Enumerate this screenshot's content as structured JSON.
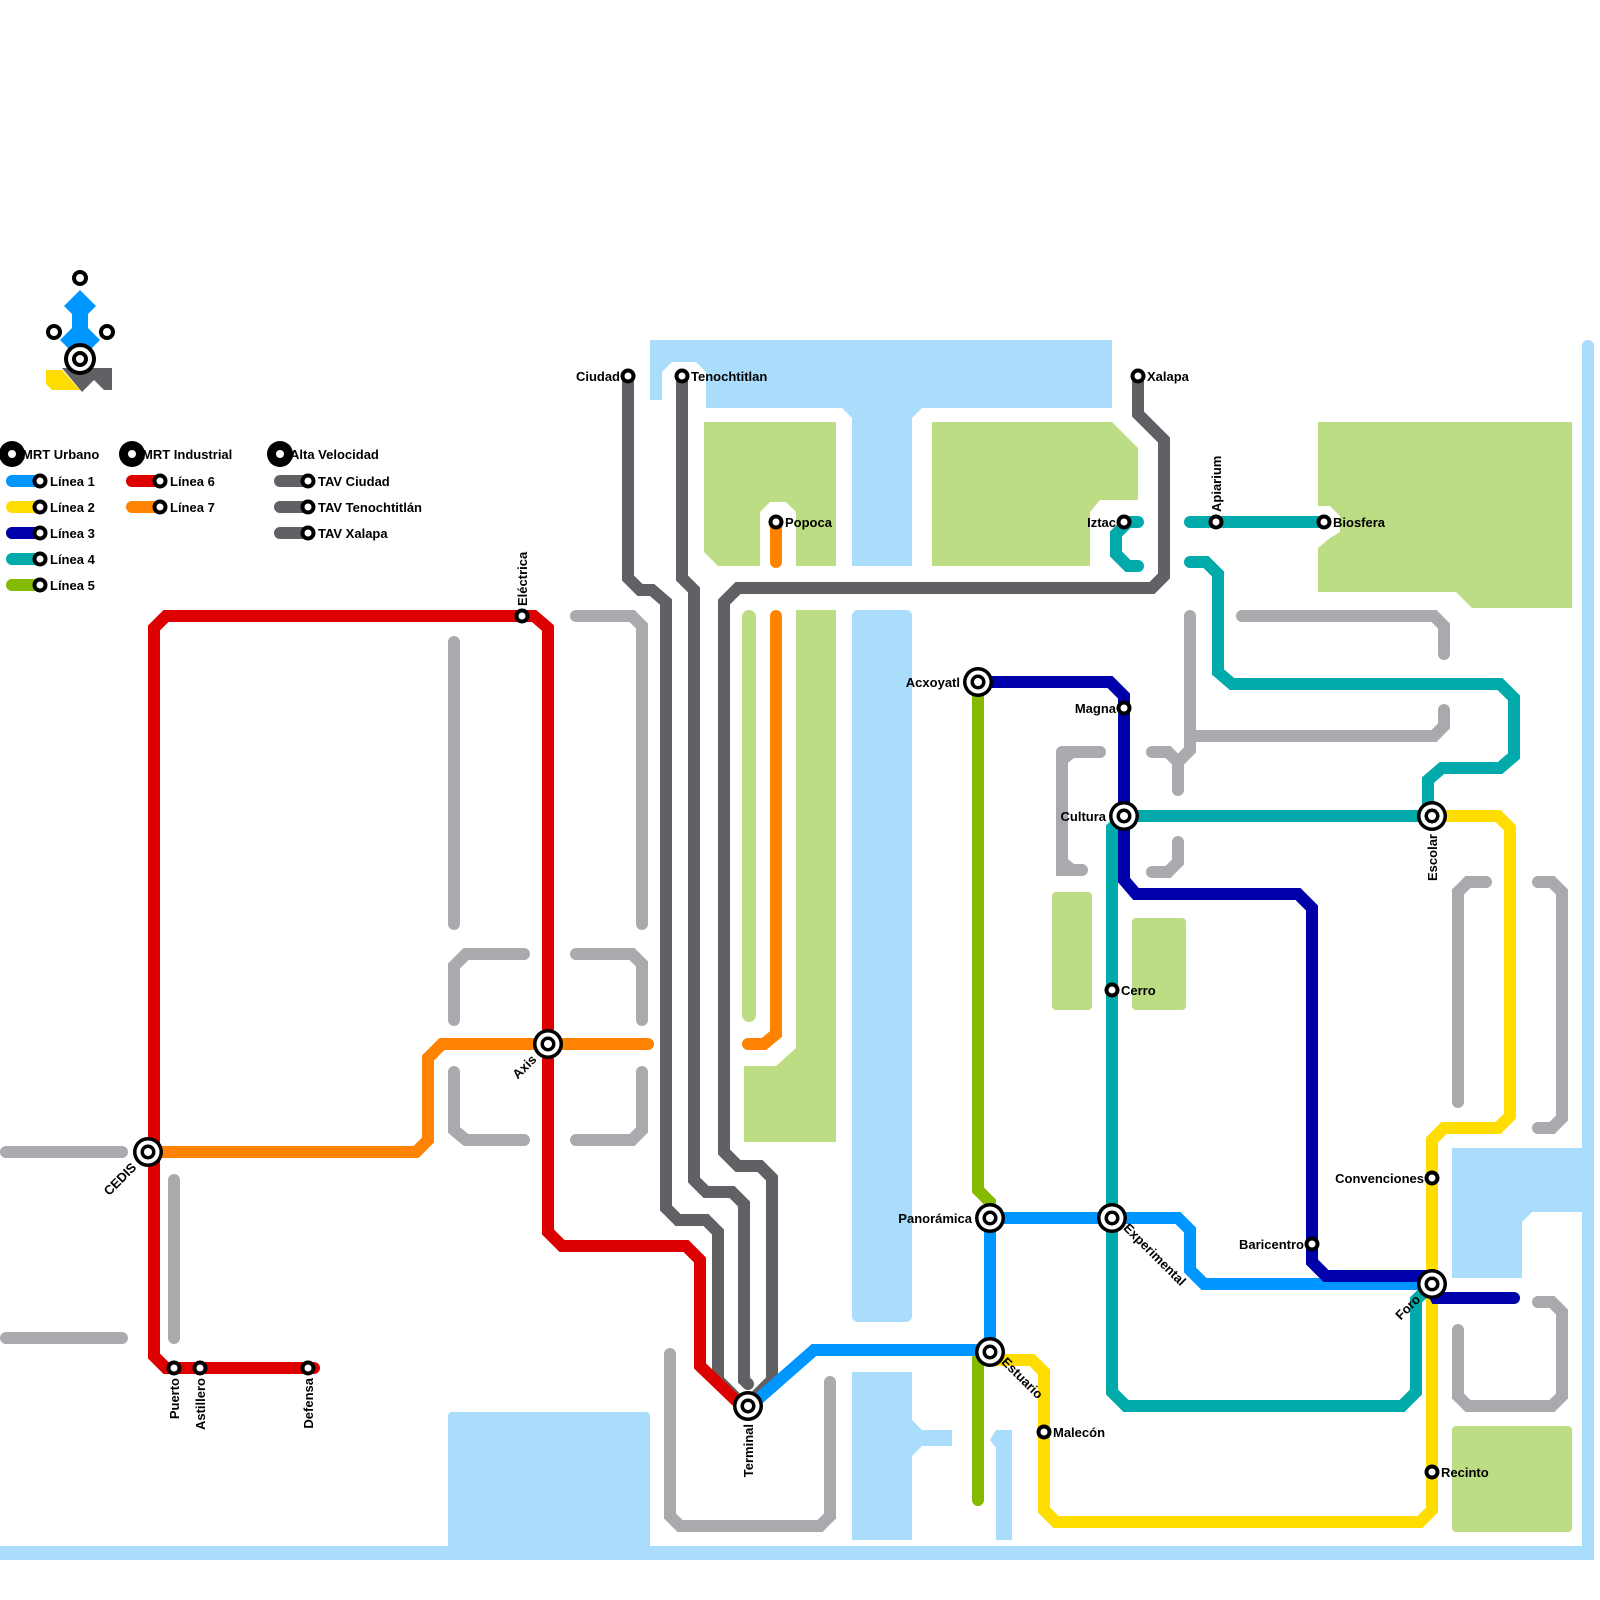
{
  "map": {
    "title": "Mapa de transporte",
    "colors": {
      "water": "#aadcfc",
      "park": "#bddd84",
      "road": "#aaaaae",
      "linea1": "#0096ff",
      "linea2": "#ffdd00",
      "linea3": "#0000aa",
      "linea4": "#00aaaa",
      "linea5": "#84bb00",
      "linea6": "#dd0000",
      "linea7": "#ff8200",
      "tav": "#616165"
    }
  },
  "legend": {
    "groups": [
      {
        "name": "MRT Urbano",
        "items": [
          {
            "label": "Línea 1",
            "color": "#0096ff"
          },
          {
            "label": "Línea 2",
            "color": "#ffdd00"
          },
          {
            "label": "Línea 3",
            "color": "#0000aa"
          },
          {
            "label": "Línea 4",
            "color": "#00aaaa"
          },
          {
            "label": "Línea 5",
            "color": "#84bb00"
          }
        ]
      },
      {
        "name": "MRT Industrial",
        "items": [
          {
            "label": "Línea 6",
            "color": "#dd0000"
          },
          {
            "label": "Línea 7",
            "color": "#ff8200"
          }
        ]
      },
      {
        "name": "Alta Velocidad",
        "items": [
          {
            "label": "TAV Ciudad",
            "color": "#616165"
          },
          {
            "label": "TAV Tenochtitlán",
            "color": "#616165"
          },
          {
            "label": "TAV Xalapa",
            "color": "#616165"
          }
        ]
      }
    ]
  },
  "stations": {
    "ciudad": "Ciudad",
    "tenochtitlan": "Tenochtitlan",
    "xalapa": "Xalapa",
    "popoca": "Popoca",
    "iztac": "Iztac",
    "apiarium": "Apiarium",
    "biosfera": "Biosfera",
    "electrica": "Eléctrica",
    "acxoyatl": "Acxoyatl",
    "magna": "Magna",
    "cultura": "Cultura",
    "escolar": "Escolar",
    "cerro": "Cerro",
    "axis": "Axis",
    "cedis": "CEDIS",
    "convenciones": "Convenciones",
    "panoramica": "Panorámica",
    "experimental": "Experimental",
    "baricentro": "Baricentro",
    "foro": "Foro",
    "puerto": "Puerto",
    "astillero": "Astillero",
    "defensa": "Defensa",
    "estuario": "Estuario",
    "terminal": "Terminal",
    "malecon": "Malecón",
    "recinto": "Recinto"
  }
}
